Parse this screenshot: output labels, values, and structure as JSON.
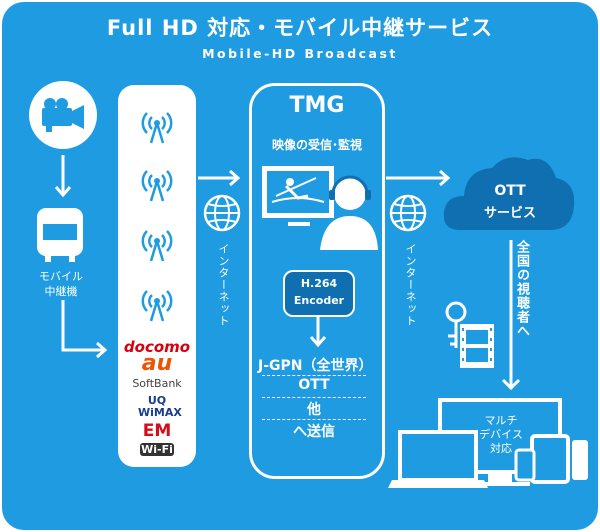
{
  "header": {
    "title": "Full HD 対応・モバイル中継サービス",
    "subtitle": "Mobile-HD Broadcast"
  },
  "source": {
    "device_label_line1": "モバイル",
    "device_label_line2": "中継機"
  },
  "carriers": {
    "items": [
      "docomo",
      "au",
      "SoftBank",
      "UQ WiMAX",
      "EM",
      "Wi-Fi"
    ]
  },
  "network": {
    "internet_label_1": "インターネット",
    "internet_label_2": "インターネット"
  },
  "tmg": {
    "title": "TMG",
    "monitor_label": "映像の受信･監視",
    "encoder_line1": "H.264",
    "encoder_line2": "Encoder",
    "destinations": [
      "J-GPN（全世界）",
      "OTT",
      "他",
      "へ送信"
    ]
  },
  "ott": {
    "line1": "OTT",
    "line2": "サービス",
    "viewers_label": "全国の視聴者へ"
  },
  "devices": {
    "label_line1": "マルチ",
    "label_line2": "デバイス",
    "label_line3": "対応"
  },
  "colors": {
    "background": "#1e9be1",
    "dark_blue": "#0f6fb0",
    "white": "#ffffff",
    "docomo": "#d7000f",
    "au": "#eb5505",
    "uq": "#1a3c8c",
    "em": "#d70c18"
  }
}
